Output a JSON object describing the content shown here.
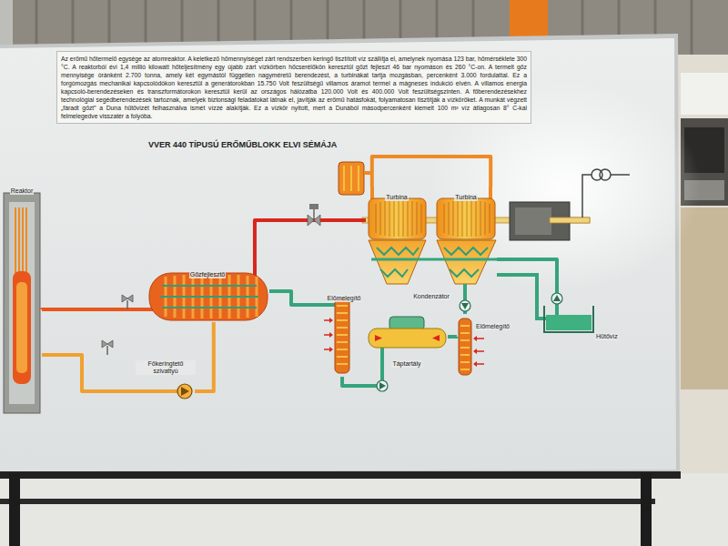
{
  "diagram": {
    "title": "VVER 440 TÍPUSÚ ERŐMŰBLOKK ELVI SÉMÁJA",
    "nodes": [
      {
        "text": [
          "Reaktor"
        ]
      },
      {
        "text": [
          "Gőzfejlesztő"
        ]
      },
      {
        "text": [
          "Főkeringtető szivattyú"
        ]
      },
      {
        "text": [
          "Turbina"
        ]
      },
      {
        "text": [
          "Turbina"
        ]
      },
      {
        "text": [
          "Kondenzátor"
        ]
      },
      {
        "text": [
          "Előmelegítő"
        ]
      },
      {
        "text": [
          "Táptartály"
        ]
      },
      {
        "text": [
          "Előmelegítő"
        ]
      },
      {
        "text": [
          "Hűtővíz"
        ]
      }
    ],
    "edges": [
      {
        "from": 0,
        "to": 1,
        "arrow": "none"
      },
      {
        "from": 1,
        "to": 2,
        "arrow": "none"
      },
      {
        "from": 2,
        "to": 0,
        "arrow": "none"
      },
      {
        "from": 1,
        "to": 3,
        "arrow": "none"
      },
      {
        "from": 3,
        "to": 4,
        "arrow": "none"
      },
      {
        "from": 5,
        "to": 8,
        "arrow": "none"
      },
      {
        "from": 8,
        "to": 7,
        "arrow": "none"
      },
      {
        "from": 7,
        "to": 6,
        "arrow": "none"
      },
      {
        "from": 6,
        "to": 1,
        "arrow": "none"
      },
      {
        "from": 9,
        "to": 5,
        "arrow": "none"
      }
    ],
    "labels": [
      "Az erőmű hőtermelő egysége az atomreaktor. A keletkező hőmennyiséget zárt rendszerben keringő tisztított víz szállítja el, amelynek nyomása 123 bar, hőmérséklete 300 °C. A reaktorból évi 1,4 millió kilowatt hőteljesítmény egy újabb zárt vízkörben hőcserélőkön keresztül gőzt fejleszt 46 bar nyomáson és 260 °C-on. A termelt gőz mennyisége óránként 2.700 tonna, amely két egymástól független nagyméretű berendezést, a turbinákat tartja mozgásban, percenként 3.000 fordulattal. Ez a forgómozgás mechanikai kapcsolódókon keresztül a generátorokban 15.750 Volt feszültségű villamos áramot termel a mágneses indukció elvén. A villamos energia kapcsoló-berendezéseken és transzformátorokon keresztül kerül az országos hálózatba 120.000 Volt és 400.000 Volt feszültségszinten. A főberendezésekhez technológiai segédberendezések tartoznak, amelyek biztonsági feladatokat látnak el, javítják az erőmű hatásfokát, folyamatosan tisztítják a vízköröket. A munkát végzett „fáradt gőzt” a Duna hűtővizét felhasználva ismét vízzé alakítják. Ez a vízkör nyitott, mert a Dunából másodpercenként kiemelt 100 m³ víz átlagosan 8° C-kal felmelegedve visszatér a folyóba."
    ]
  }
}
